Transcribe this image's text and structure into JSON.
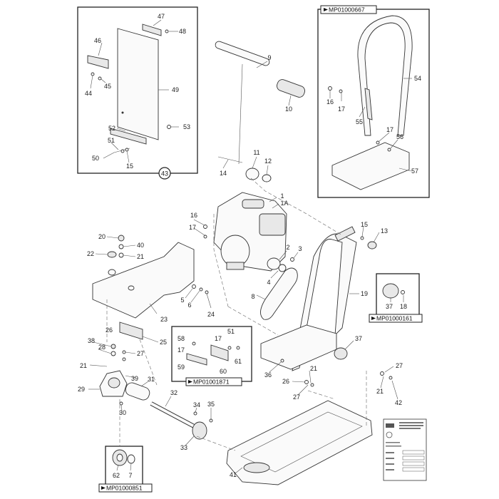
{
  "reference_boxes": {
    "mp_top_right": "MP01000667",
    "mp_right": "MP01000161",
    "mp_middle": "MP01001871",
    "mp_bottom_left": "MP01000851"
  },
  "callout": {
    "circled_43": "43"
  },
  "labels": {
    "l1": "1",
    "l1a": "1A",
    "l2": "2",
    "l3": "3",
    "l4": "4",
    "l5": "5",
    "l6": "6",
    "l7": "7",
    "l8": "8",
    "l9": "9",
    "l10": "10",
    "l11": "11",
    "l12": "12",
    "l13": "13",
    "l14": "14",
    "l15a": "15",
    "l15b": "15",
    "l16a": "16",
    "l16b": "16",
    "l17a": "17",
    "l17b": "17",
    "l17c": "17",
    "l17d": "17",
    "l17e": "17",
    "l18": "18",
    "l19": "19",
    "l20": "20",
    "l21a": "21",
    "l21b": "21",
    "l21c": "21",
    "l21d": "21",
    "l22": "22",
    "l23": "23",
    "l24": "24",
    "l25": "25",
    "l26a": "26",
    "l26b": "26",
    "l27a": "27",
    "l27b": "27",
    "l27c": "27",
    "l28": "28",
    "l29": "29",
    "l30": "30",
    "l31": "31",
    "l32": "32",
    "l33": "33",
    "l34": "34",
    "l35": "35",
    "l36": "36",
    "l37a": "37",
    "l37b": "37",
    "l38": "38",
    "l39": "39",
    "l40": "40",
    "l41": "41",
    "l42": "42",
    "l44": "44",
    "l45": "45",
    "l46": "46",
    "l47": "47",
    "l48": "48",
    "l49": "49",
    "l50": "50",
    "l51a": "51",
    "l51b": "51",
    "l52": "52",
    "l53": "53",
    "l54": "54",
    "l55": "55",
    "l56": "56",
    "l57": "57",
    "l58": "58",
    "l59": "59",
    "l60": "60",
    "l61": "61",
    "l62": "62"
  },
  "colors": {
    "outline": "#333333",
    "background": "#ffffff",
    "fill_light": "#fafafa",
    "fill_shade": "#e8e8e8"
  }
}
